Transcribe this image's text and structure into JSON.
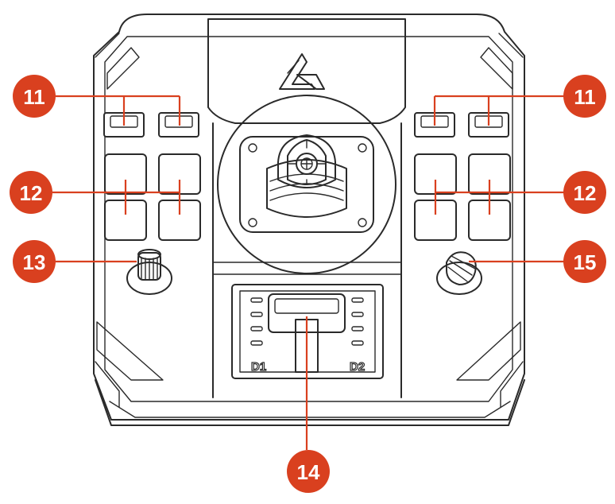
{
  "callouts": {
    "b11_left": "11",
    "b11_right": "11",
    "b12_left": "12",
    "b12_right": "12",
    "b13": "13",
    "b14": "14",
    "b15": "15"
  },
  "slider_labels": {
    "left": "D1",
    "right": "D2"
  },
  "colors": {
    "callout": "#d9401f",
    "outline": "#2a2a2a",
    "background": "#ffffff"
  }
}
